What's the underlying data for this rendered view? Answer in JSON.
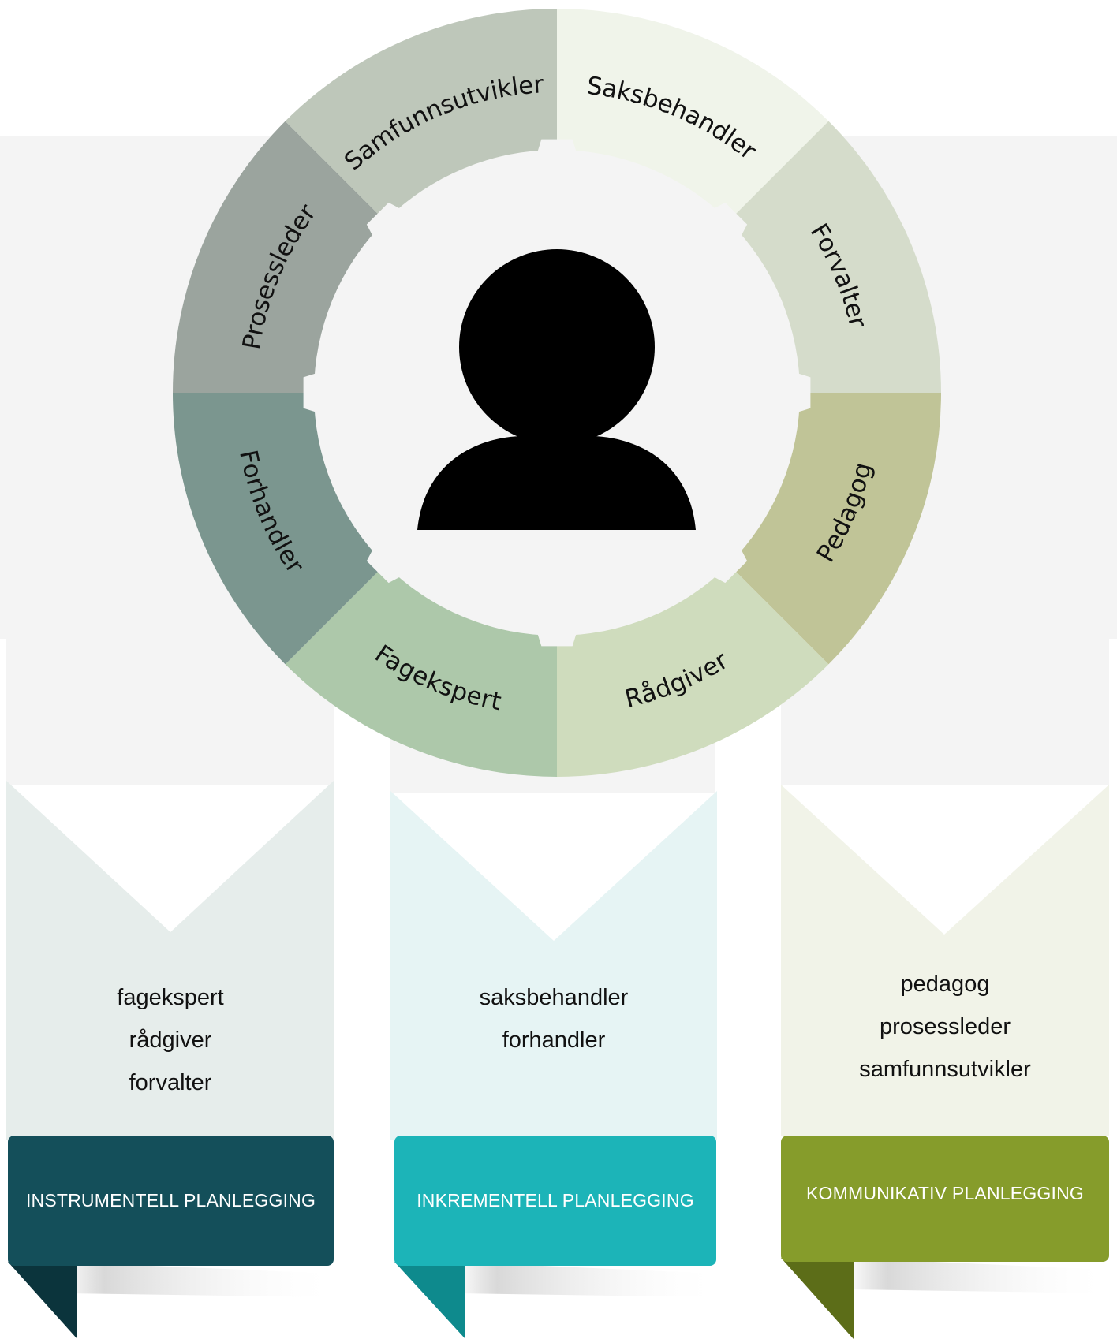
{
  "wheel": {
    "center_icon": "person-silhouette-icon",
    "segments": [
      {
        "label": "Saksbehandler",
        "color": "#f0f4ea"
      },
      {
        "label": "Forvalter",
        "color": "#d5dccb"
      },
      {
        "label": "Pedagog",
        "color": "#c0c497"
      },
      {
        "label": "Rådgiver",
        "color": "#cfdcbd"
      },
      {
        "label": "Fagekspert",
        "color": "#adc8aa"
      },
      {
        "label": "Forhandler",
        "color": "#7b968f"
      },
      {
        "label": "Prosessleder",
        "color": "#9ba49e"
      },
      {
        "label": "Samfunnsutvikler",
        "color": "#bec7ba"
      }
    ]
  },
  "columns": [
    {
      "roles": [
        "fagekspert",
        "rådgiver",
        "forvalter"
      ],
      "title": "INSTRUMENTELL PLANLEGGING",
      "banner_color": "#144f5a",
      "fold_color": "#0b343c",
      "panel_color": "#e6edeb"
    },
    {
      "roles": [
        "saksbehandler",
        "forhandler"
      ],
      "title": "INKREMENTELL PLANLEGGING",
      "banner_color": "#1cb4b8",
      "fold_color": "#0e8a8d",
      "panel_color": "#e6f4f4"
    },
    {
      "roles": [
        "pedagog",
        "prosessleder",
        "samfunnsutvikler"
      ],
      "title": "KOMMUNIKATIV PLANLEGGING",
      "banner_color": "#869c2b",
      "fold_color": "#5c6d18",
      "panel_color": "#f1f3e8"
    }
  ]
}
